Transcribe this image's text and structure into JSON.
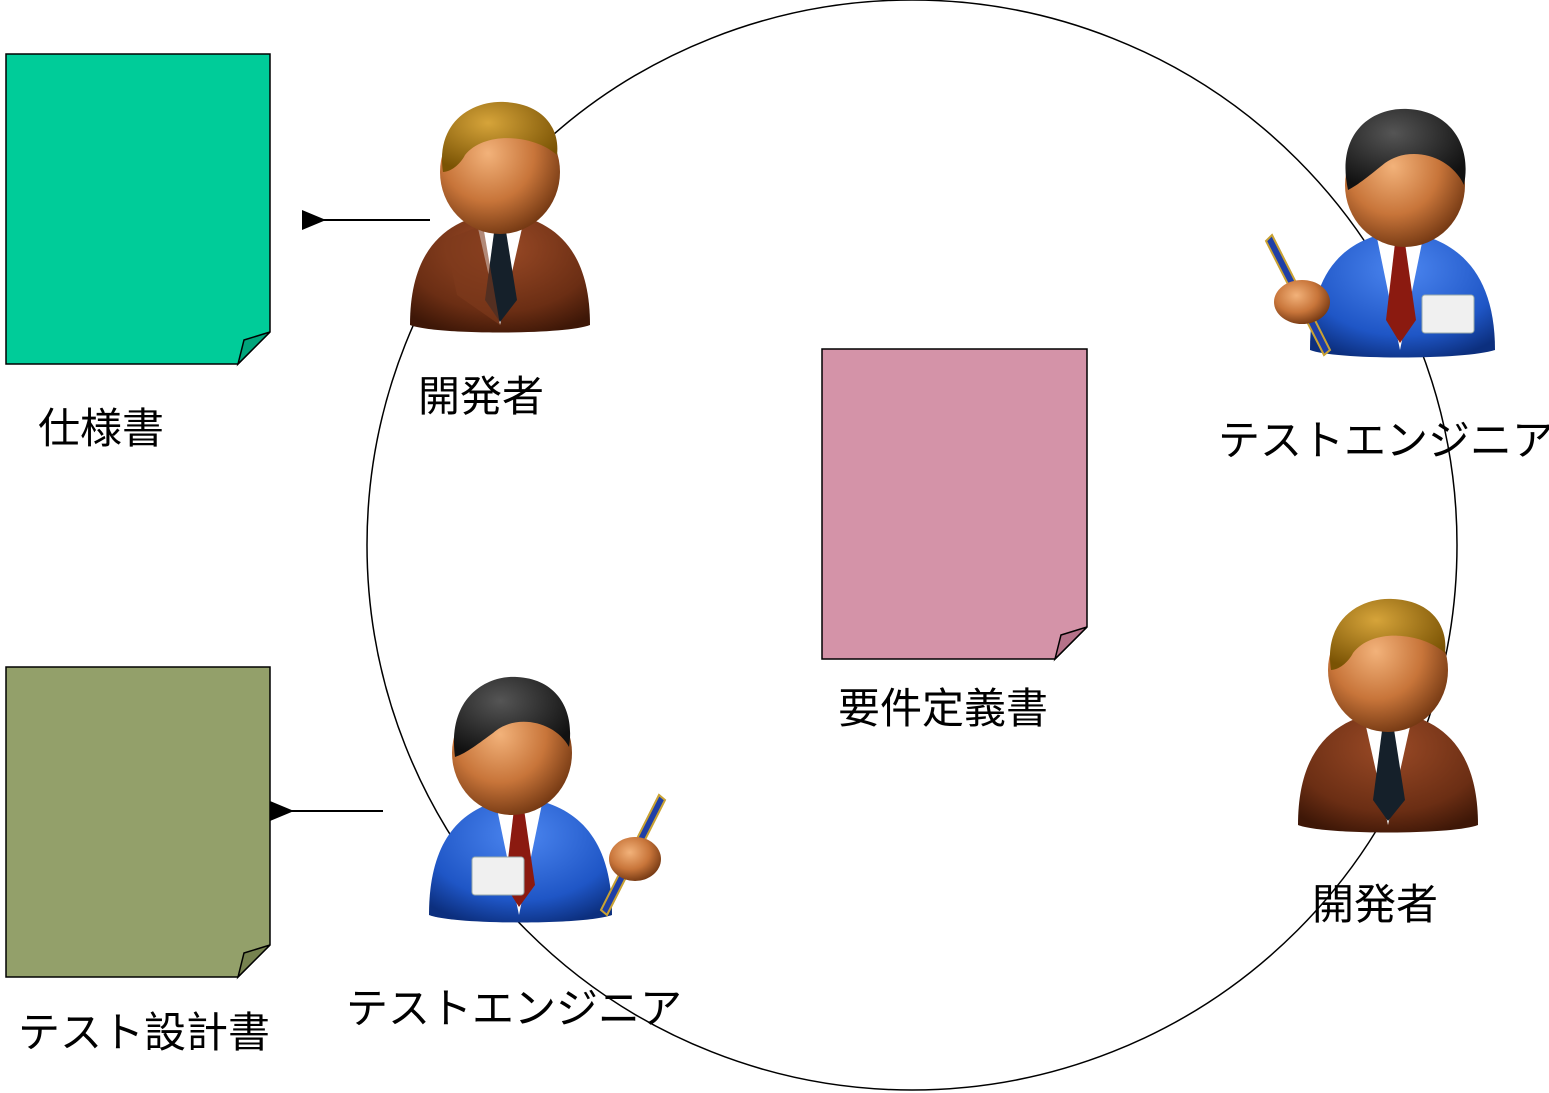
{
  "documents": [
    {
      "id": "spec",
      "label": "仕様書",
      "color": "#00CC99"
    },
    {
      "id": "testdesign",
      "label": "テスト設計書",
      "color": "#93A06A"
    },
    {
      "id": "requirements",
      "label": "要件定義書",
      "color": "#D493A8"
    }
  ],
  "people": [
    {
      "id": "dev-top-left",
      "role": "developer",
      "label": "開発者"
    },
    {
      "id": "tester-top-right",
      "role": "test-engineer",
      "label": "テストエンジニア"
    },
    {
      "id": "tester-bottom-left",
      "role": "test-engineer",
      "label": "テストエンジニア"
    },
    {
      "id": "dev-bottom-right",
      "role": "developer",
      "label": "開発者"
    }
  ],
  "colors": {
    "developer_suit": "#6B2E14",
    "tester_suit": "#1F56C6",
    "skin": "#C8753A",
    "dev_hair": "#A97A07",
    "tester_hair": "#222222",
    "tie_dev": "#15202A",
    "tie_tester": "#8B1A10"
  }
}
